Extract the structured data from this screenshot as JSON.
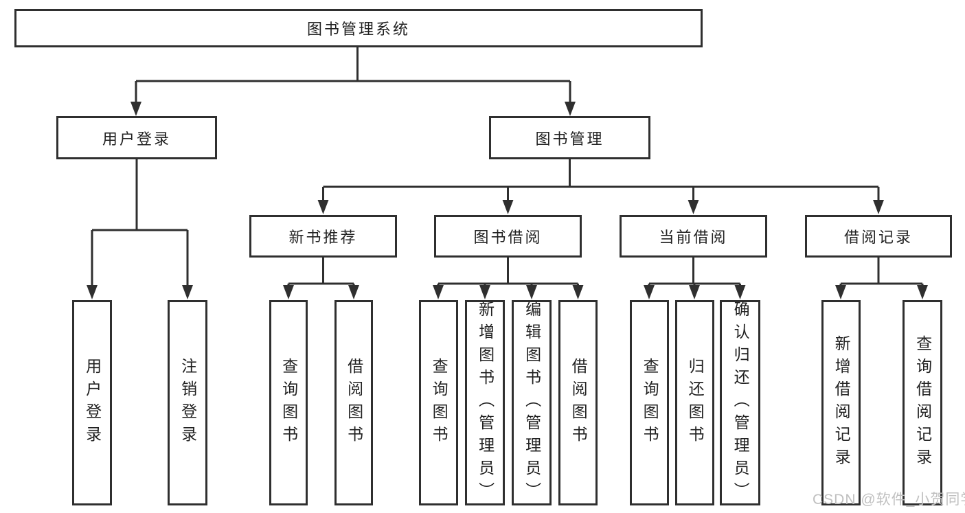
{
  "tree": {
    "root": "图书管理系统",
    "children": [
      {
        "label": "用户登录",
        "children": [
          {
            "label": "用户登录"
          },
          {
            "label": "注销登录"
          }
        ]
      },
      {
        "label": "图书管理",
        "children": [
          {
            "label": "新书推荐",
            "children": [
              {
                "label": "查询图书"
              },
              {
                "label": "借阅图书"
              }
            ]
          },
          {
            "label": "图书借阅",
            "children": [
              {
                "label": "查询图书"
              },
              {
                "label": "新增图书（管理员）"
              },
              {
                "label": "编辑图书（管理员）"
              },
              {
                "label": "借阅图书"
              }
            ]
          },
          {
            "label": "当前借阅",
            "children": [
              {
                "label": "查询图书"
              },
              {
                "label": "归还图书"
              },
              {
                "label": "确认归还（管理员）"
              }
            ]
          },
          {
            "label": "借阅记录",
            "children": [
              {
                "label": "新增借阅记录"
              },
              {
                "label": "查询借阅记录"
              }
            ]
          }
        ]
      }
    ]
  },
  "watermark": {
    "text": "CSDN @软件_小贺同学"
  },
  "colors": {
    "line": "#2f2f2f",
    "text": "#222222",
    "watermark": "#c0c0c0",
    "background": "#ffffff"
  }
}
